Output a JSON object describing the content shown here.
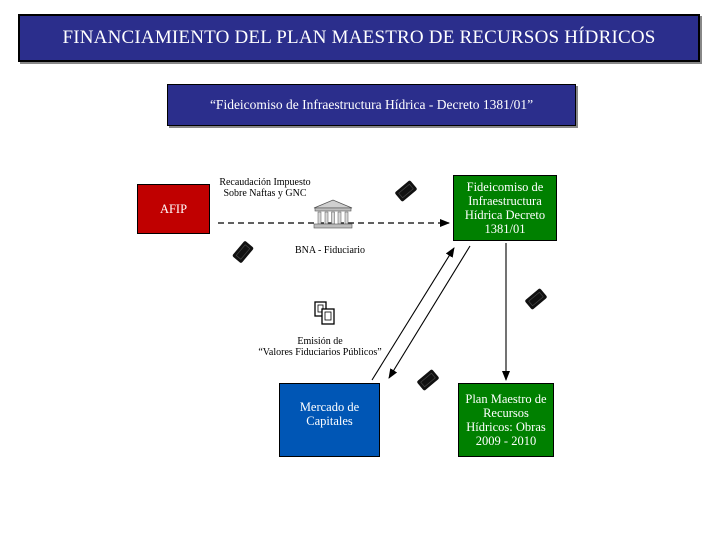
{
  "title": "FINANCIAMIENTO DEL PLAN MAESTRO DE RECURSOS HÍDRICOS",
  "subtitle": "“Fideicomiso de Infraestructura Hídrica - Decreto 1381/01”",
  "nodes": {
    "afip": "AFIP",
    "fideicomiso": "Fideicomiso de Infraestructura Hídrica Decreto 1381/01",
    "mercado": "Mercado de Capitales",
    "plan": "Plan Maestro de Recursos Hídricos: Obras 2009 - 2010"
  },
  "labels": {
    "recaudacion_line1": "Recaudación Impuesto",
    "recaudacion_line2": "Sobre Naftas y GNC",
    "bna": "BNA - Fiduciario",
    "emision_line1": "Emisión de",
    "emision_line2": "“Valores Fiduciarios Públicos”"
  },
  "colors": {
    "title_bg": "#2b2e8c",
    "afip": "#c00000",
    "fideicomiso": "#008000",
    "mercado": "#0056b5",
    "plan": "#008000"
  },
  "icons": [
    "bank-icon",
    "money-bill-icon",
    "documents-icon"
  ]
}
